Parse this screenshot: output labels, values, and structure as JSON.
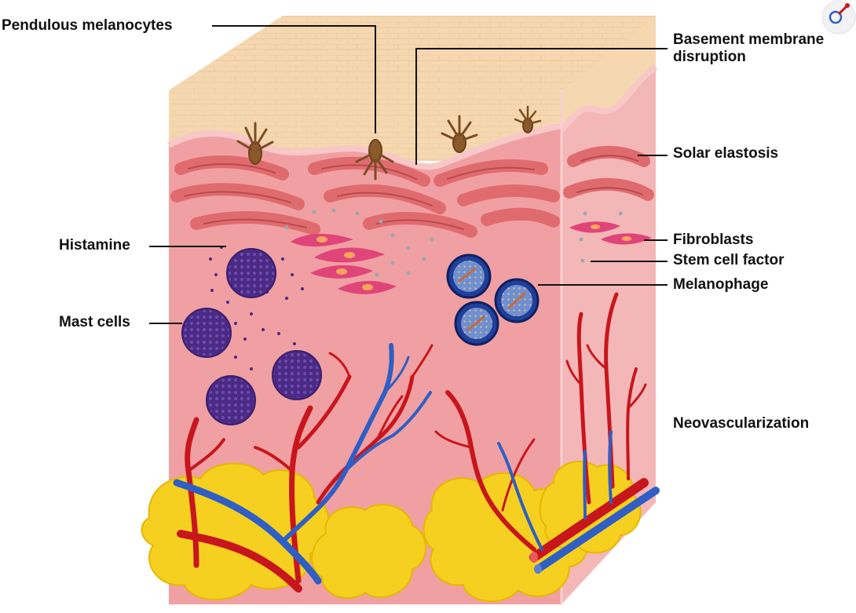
{
  "labels": {
    "pendulous_melanocytes": "Pendulous melanocytes",
    "basement_line1": "Basement membrane",
    "basement_line2": "disruption",
    "solar_elastosis": "Solar elastosis",
    "histamine": "Histamine",
    "fibroblasts": "Fibroblasts",
    "stem_cell_factor": "Stem cell factor",
    "melanophage": "Melanophage",
    "mast_cells": "Mast cells",
    "neovascularization": "Neovascularization"
  },
  "colors": {
    "epidermis_top": "#f5d7b0",
    "dermis": "#f0a0a2",
    "dermis_side": "#f4b7b8",
    "elastic_fibers": "#e06b6e",
    "melanocyte": "#8b5a2b",
    "fibroblast": "#e0457a",
    "mast_cell": "#4b2a85",
    "melanophage": "#1f3f9a",
    "artery": "#c8161d",
    "vein": "#2f5fc4",
    "fat": "#f5d020",
    "leader_line": "#111111"
  },
  "icons": {
    "corner": "zoom-magnifier-icon"
  }
}
